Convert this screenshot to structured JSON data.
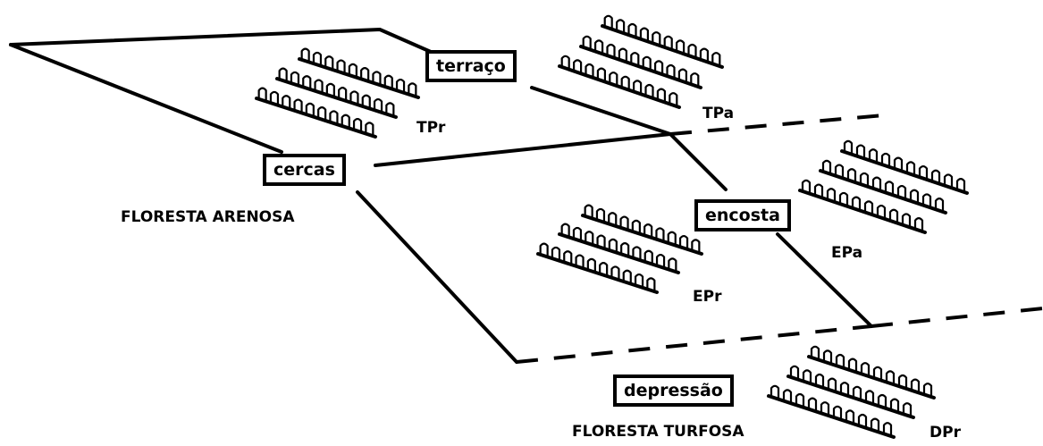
{
  "labels": {
    "terraco": "terraço",
    "cercas": "cercas",
    "encosta": "encosta",
    "depressao": "depressão"
  },
  "forests": {
    "sandy": "FLORESTA ARENOSA",
    "peat": "FLORESTA TURFOSA"
  },
  "plots": {
    "TPr": "TPr",
    "TPa": "TPa",
    "EPr": "EPr",
    "EPa": "EPa",
    "DPr": "DPr"
  }
}
